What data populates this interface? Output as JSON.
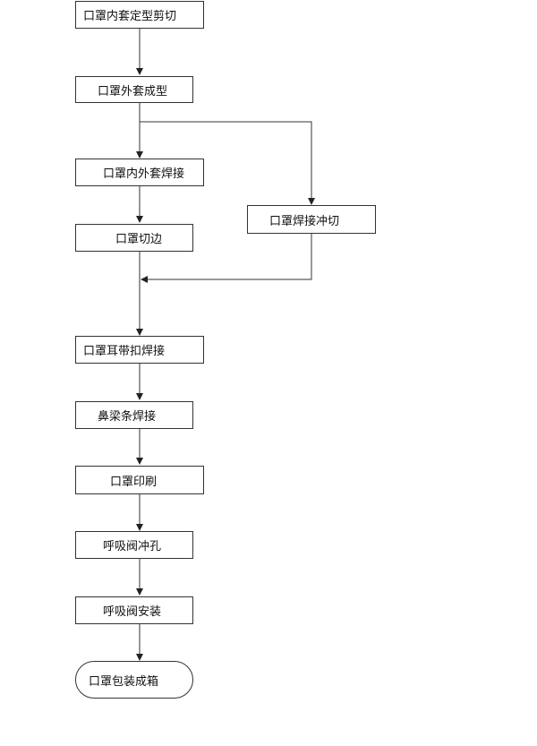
{
  "diagram": {
    "steps": [
      {
        "id": "inner-cut",
        "label": "口罩内套定型剪切"
      },
      {
        "id": "outer-form",
        "label": "口罩外套成型"
      },
      {
        "id": "inner-outer-weld",
        "label": "口罩内外套焊接"
      },
      {
        "id": "weld-punch",
        "label": "口罩焊接冲切"
      },
      {
        "id": "edge-trim",
        "label": "口罩切边"
      },
      {
        "id": "earloop-weld",
        "label": "口罩耳带扣焊接"
      },
      {
        "id": "nose-bar-weld",
        "label": "鼻梁条焊接"
      },
      {
        "id": "printing",
        "label": "口罩印刷"
      },
      {
        "id": "valve-punch",
        "label": "呼吸阀冲孔"
      },
      {
        "id": "valve-install",
        "label": "呼吸阀安装"
      },
      {
        "id": "pack-box",
        "label": "口罩包装成箱"
      }
    ],
    "terminal_step": "pack-box"
  }
}
